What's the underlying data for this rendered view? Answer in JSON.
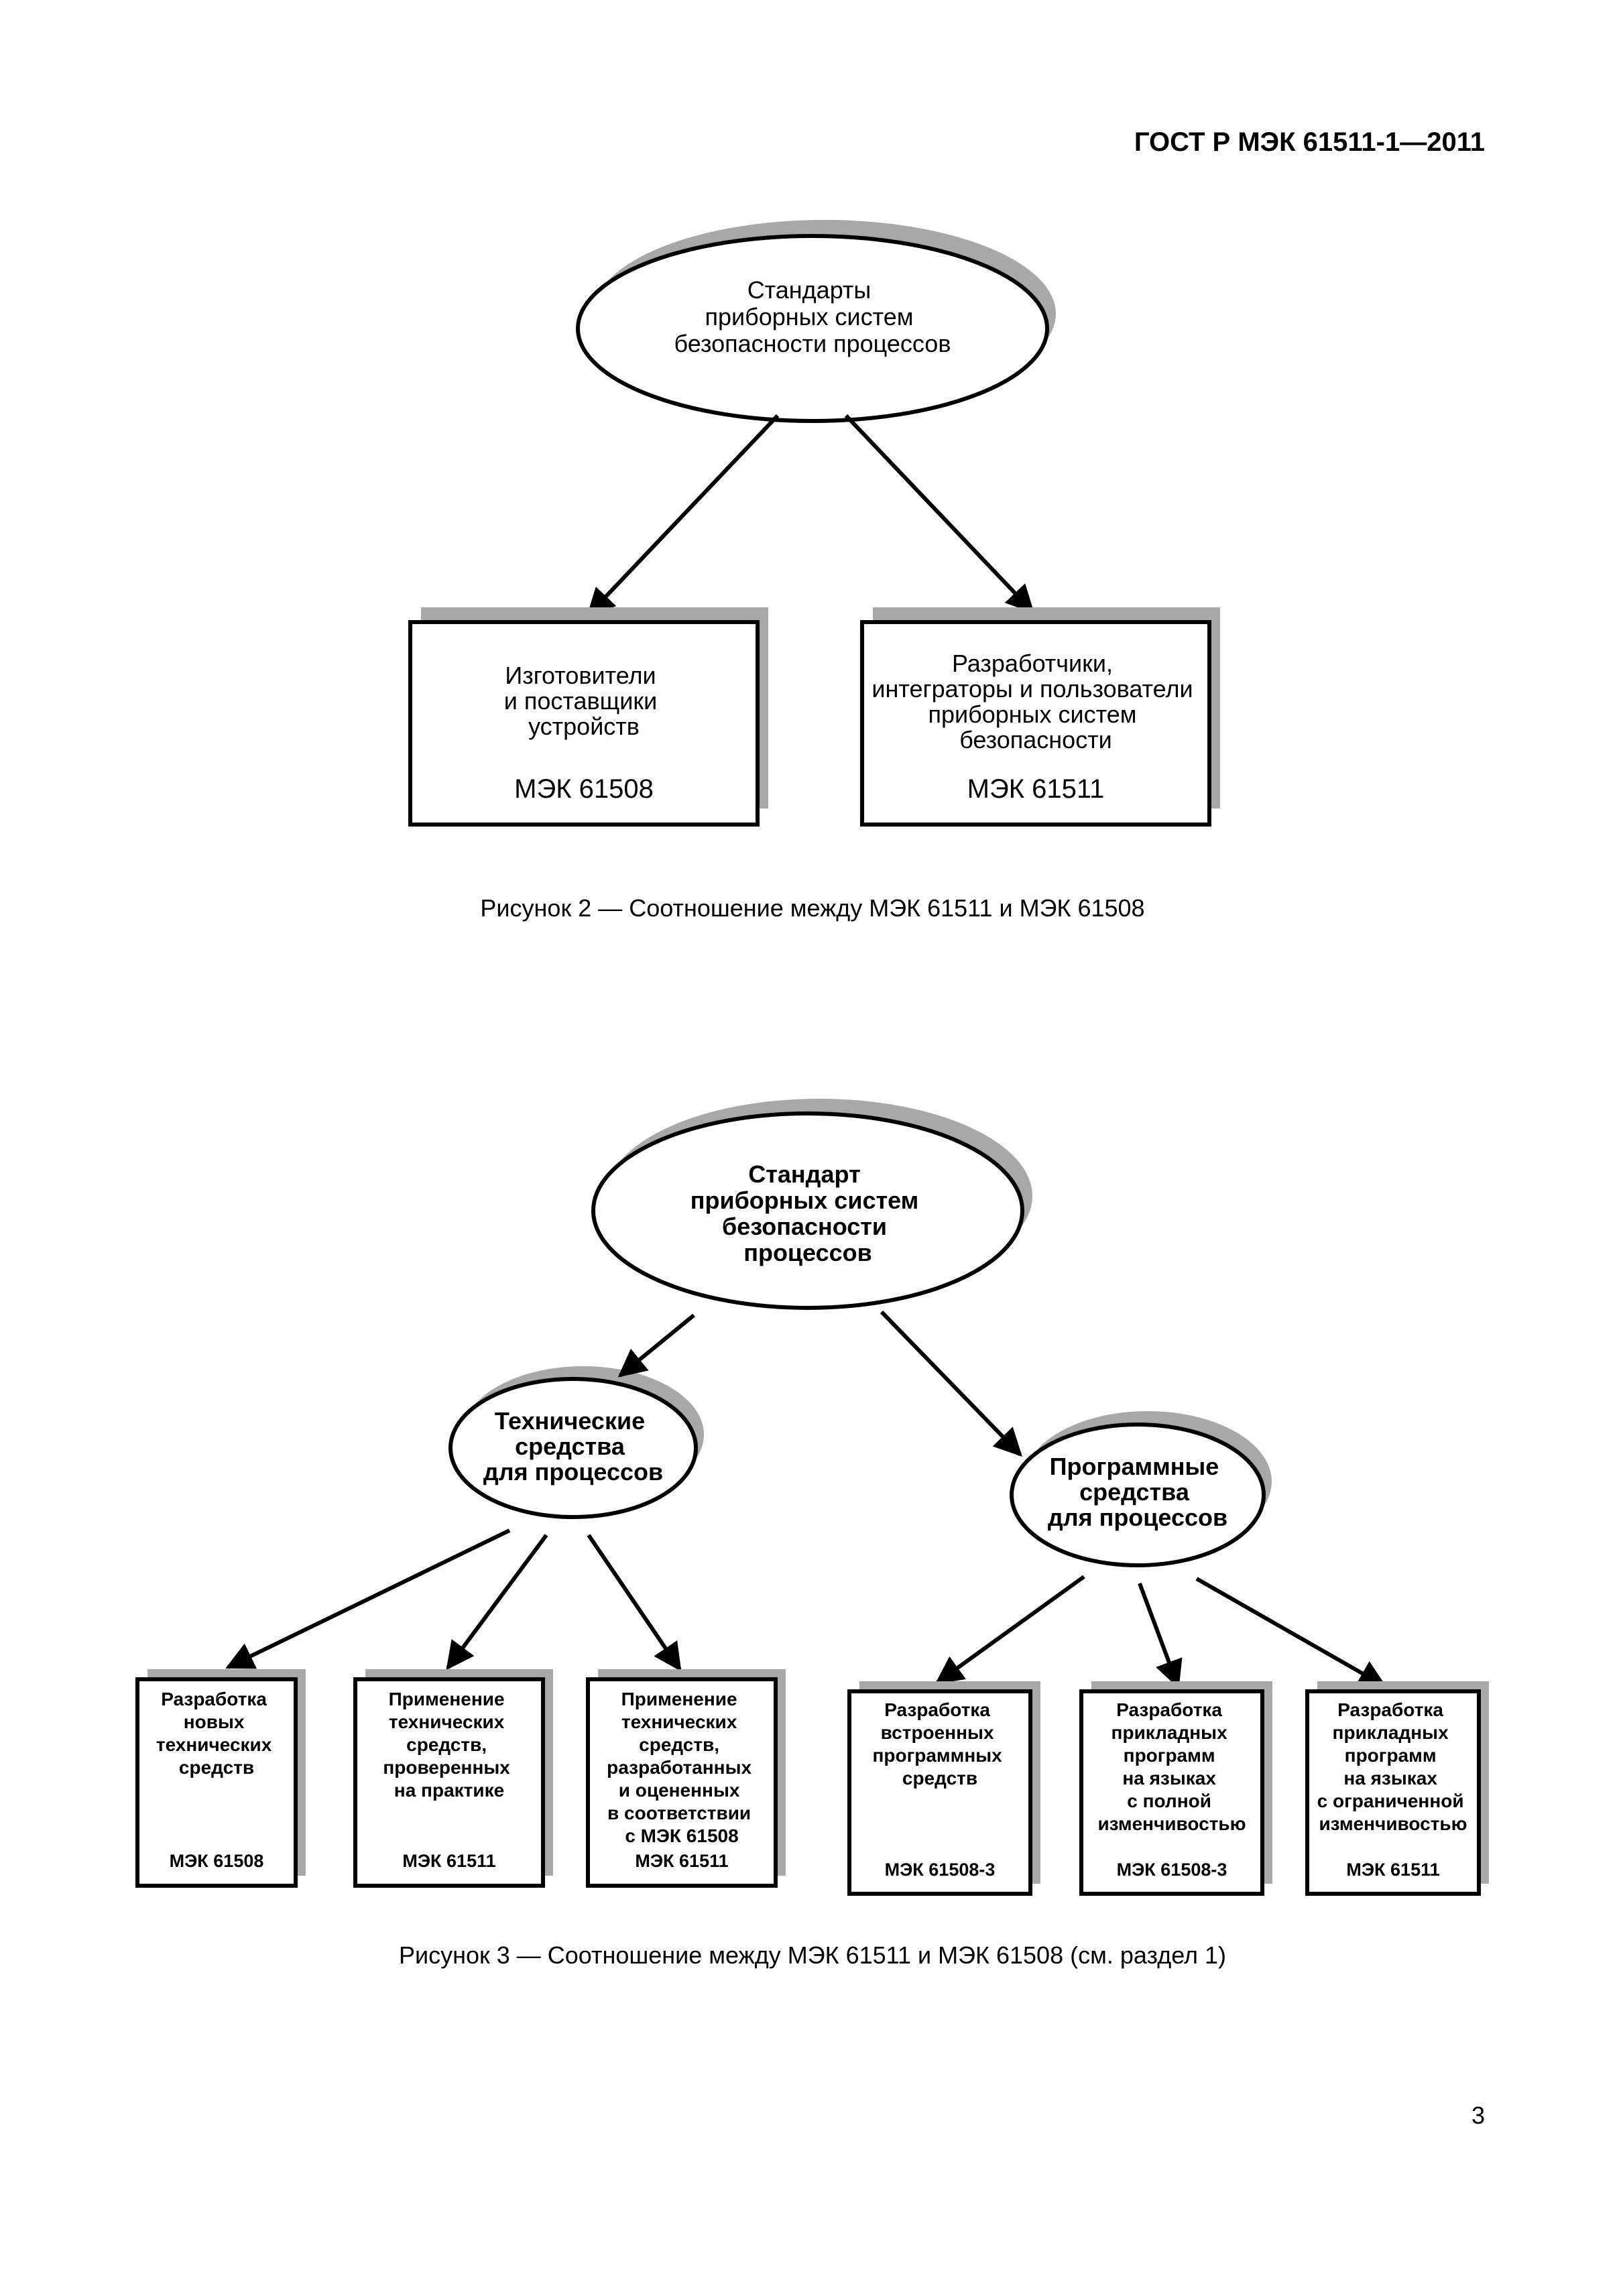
{
  "header": {
    "code": "ГОСТ Р МЭК 61511-1—2011"
  },
  "figure2": {
    "root": [
      "Стандарты",
      "приборных систем",
      "безопасности процессов"
    ],
    "left": {
      "lines": [
        "Изготовители",
        "и поставщики",
        "устройств"
      ],
      "code": "МЭК 61508"
    },
    "right": {
      "lines": [
        "Разработчики,",
        "интеграторы и пользователи",
        "приборных систем",
        "безопасности"
      ],
      "code": "МЭК 61511"
    },
    "caption": "Рисунок 2 — Соотношение между МЭК 61511 и МЭК 61508"
  },
  "figure3": {
    "root": [
      "Стандарт",
      "приборных систем",
      "безопасности",
      "процессов"
    ],
    "hardware": [
      "Технические",
      "средства",
      "для процессов"
    ],
    "software": [
      "Программные",
      "средства",
      "для процессов"
    ],
    "boxes": [
      {
        "lines": [
          "Разработка",
          "новых",
          "технических",
          "средств"
        ],
        "code": "МЭК 61508"
      },
      {
        "lines": [
          "Применение",
          "технических",
          "средств,",
          "проверенных",
          "на практике"
        ],
        "code": "МЭК 61511"
      },
      {
        "lines": [
          "Применение",
          "технических",
          "средств,",
          "разработанных",
          "и оцененных",
          "в соответствии",
          "с МЭК 61508"
        ],
        "code": "МЭК 61511"
      },
      {
        "lines": [
          "Разработка",
          "встроенных",
          "программных",
          "средств"
        ],
        "code": "МЭК 61508-3"
      },
      {
        "lines": [
          "Разработка",
          "прикладных",
          "программ",
          "на языках",
          "с полной",
          "изменчивостью"
        ],
        "code": "МЭК 61508-3"
      },
      {
        "lines": [
          "Разработка",
          "прикладных",
          "программ",
          "на языках",
          "с ограниченной",
          "изменчивостью"
        ],
        "code": "МЭК 61511"
      }
    ],
    "caption": "Рисунок 3 — Соотношение между МЭК 61511 и МЭК 61508 (см. раздел 1)"
  },
  "footer": {
    "page_number": "3"
  }
}
